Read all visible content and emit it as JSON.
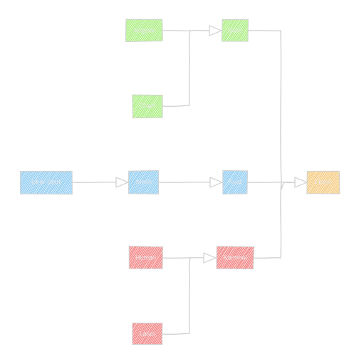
{
  "colors": {
    "green": "#a6ee7a",
    "blue": "#8ccbf2",
    "red": "#f27f7f",
    "orange": "#f4c97c",
    "edge": "#cfcfcf"
  },
  "nodes": {
    "g_top_left": {
      "label": "Angular",
      "color": "green"
    },
    "g_top_right": {
      "label": "Build",
      "color": "green"
    },
    "g_bottom": {
      "label": "Chart",
      "color": "green"
    },
    "b_source": {
      "label": "Uber Start",
      "color": "blue"
    },
    "b_mid": {
      "label": "Mesh",
      "color": "blue"
    },
    "b_right": {
      "label": "Rust",
      "color": "blue"
    },
    "r_top": {
      "label": "Human",
      "color": "red"
    },
    "r_mid": {
      "label": "Kammal",
      "color": "red"
    },
    "r_bottom": {
      "label": "Laser",
      "color": "red"
    },
    "o_target": {
      "label": "Finish",
      "color": "orange"
    }
  }
}
